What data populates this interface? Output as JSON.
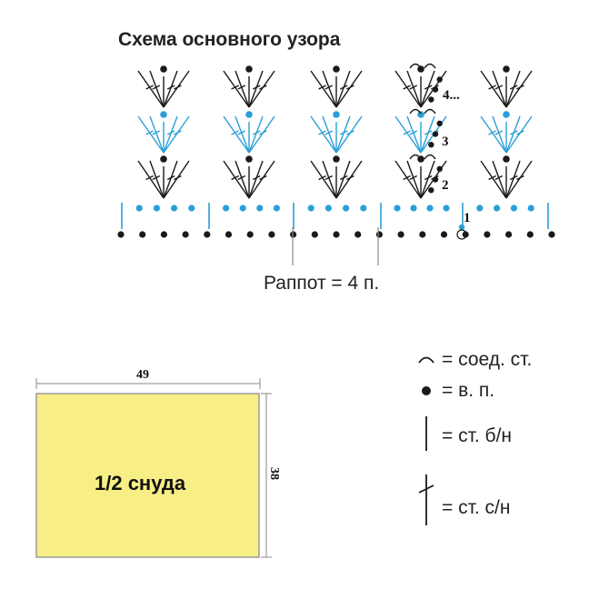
{
  "diagram": {
    "title": "Схема основного узора",
    "repeat_label": "Раппот = 4 п.",
    "row_numbers": [
      "1",
      "2",
      "3",
      "4..."
    ],
    "colors": {
      "black": "#1a1a1a",
      "blue": "#2a9fd6",
      "yellow": "#f7ef85",
      "yellow_border": "#9a9a9a",
      "dim_line": "#888888"
    }
  },
  "panel": {
    "label": "1/2 снуда",
    "width_label": "49",
    "height_label": "38"
  },
  "legend": {
    "items": [
      {
        "symbol": "slip-stitch-icon",
        "text": "= соед. ст."
      },
      {
        "symbol": "chain-stitch-icon",
        "text": "= в. п."
      },
      {
        "symbol": "single-crochet-icon",
        "text": "= ст. б/н"
      },
      {
        "symbol": "double-crochet-icon",
        "text": "= ст. с/н"
      }
    ]
  }
}
